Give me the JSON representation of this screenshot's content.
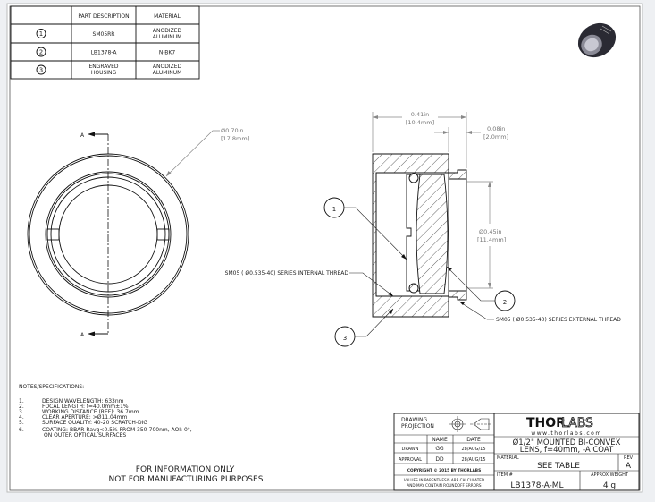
{
  "parts_table": {
    "headers": [
      "",
      "PART DESCRIPTION",
      "MATERIAL"
    ],
    "rows": [
      {
        "balloon": "1",
        "description": [
          "SM05RR"
        ],
        "material": [
          "ANODIZED",
          "ALUMINUM"
        ]
      },
      {
        "balloon": "2",
        "description": [
          "LB1378-A"
        ],
        "material": [
          "N-BK7"
        ]
      },
      {
        "balloon": "3",
        "description": [
          "ENGRAVED",
          "HOUSING"
        ],
        "material": [
          "ANODIZED",
          "ALUMINUM"
        ]
      }
    ]
  },
  "front_view": {
    "section_label": "A",
    "diameter": "Ø0.70in",
    "diameter_mm": "[17.8mm]"
  },
  "section_view": {
    "length": "0.41in",
    "length_mm": "[10.4mm]",
    "thread_length": "0.08in",
    "thread_length_mm": "[2.0mm]",
    "aperture": "Ø0.45in",
    "aperture_mm": "[11.4mm]",
    "internal_thread": "SM05 ( Ø0.535-40) SERIES INTERNAL THREAD",
    "external_thread": "SM05 ( Ø0.535-40) SERIES EXTERNAL THREAD",
    "balloons": [
      "1",
      "2",
      "3"
    ]
  },
  "notes": {
    "title": "NOTES/SPECIFICATIONS:",
    "items": [
      {
        "num": "1.",
        "text": "DESIGN WAVELENGTH: 633nm"
      },
      {
        "num": "2.",
        "text": "FOCAL LENGTH: f=40.0mm±1%"
      },
      {
        "num": "3.",
        "text": "WORKING DISTANCE (REF): 36.7mm"
      },
      {
        "num": "4.",
        "text": "CLEAR APERTURE: >Ø11.04mm"
      },
      {
        "num": "5.",
        "text": "SURFACE QUALITY: 40-20 SCRATCH-DIG"
      },
      {
        "num": "6.",
        "text": "COATING: BBAR Ravg<0.5% FROM 350-700nm, AOI: 0°,"
      },
      {
        "num": "",
        "text": "ON OUTER OPTICAL SURFACES"
      }
    ]
  },
  "disclaimer": [
    "FOR INFORMATION ONLY",
    "NOT FOR MANUFACTURING PURPOSES"
  ],
  "title_block": {
    "projection_label": [
      "DRAWING",
      "PROJECTION"
    ],
    "name_header": "NAME",
    "date_header": "DATE",
    "drawn_label": "DRAWN",
    "drawn_name": "GG",
    "drawn_date": "28/AUG/15",
    "approval_label": "APPROVAL",
    "approval_name": "DD",
    "approval_date": "28/AUG/15",
    "copyright": "COPYRIGHT © 2015 BY THORLABS",
    "values_note": [
      "VALUES IN PARENTHESIS ARE CALCULATED",
      "AND MAY CONTAIN ROUNDOFF ERRORS"
    ],
    "logo_bold": "THOR",
    "logo_light": "LABS",
    "website": "www.thorlabs.com",
    "title": [
      "Ø1/2\" MOUNTED BI-CONVEX",
      "LENS, f=40mm, -A COAT"
    ],
    "material_label": "MATERIAL",
    "material": "SEE TABLE",
    "rev_label": "REV",
    "rev": "A",
    "item_label": "ITEM #",
    "item": "LB1378-A-ML",
    "weight_label": "APPROX WEIGHT",
    "weight": "4 g"
  },
  "colors": {
    "line": "#111111",
    "dimension": "#888888",
    "background": "#eef0f3"
  }
}
